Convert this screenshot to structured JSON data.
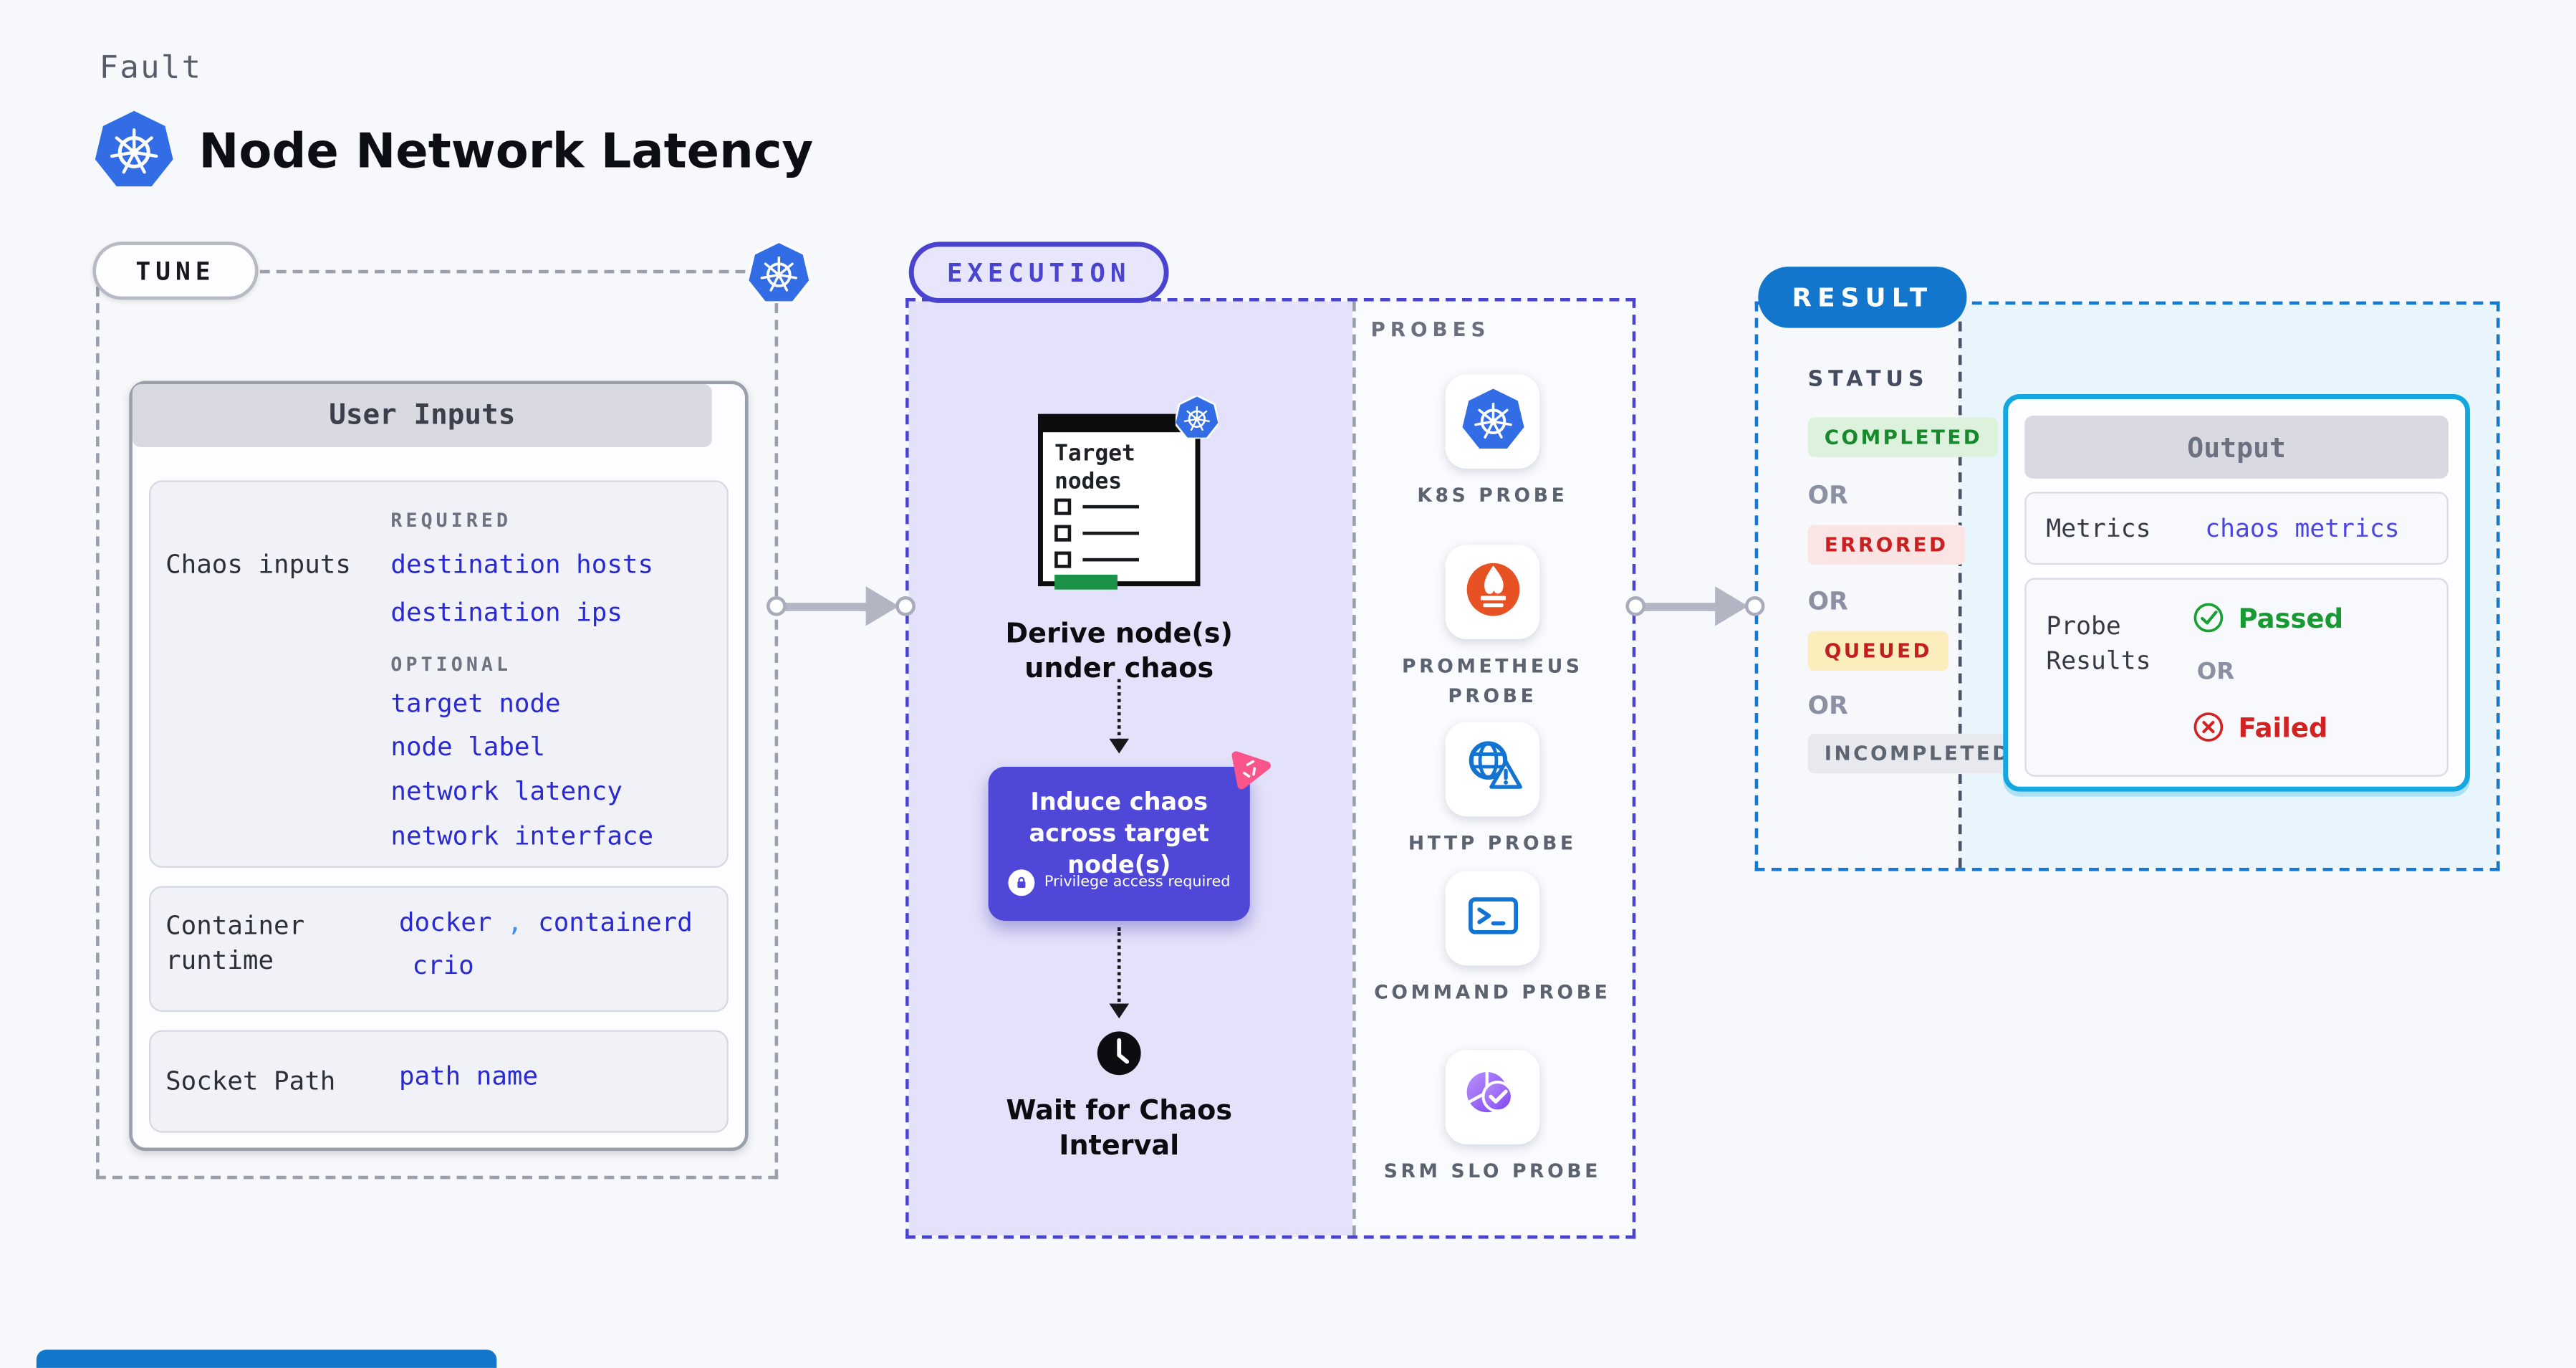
{
  "header": {
    "kicker": "Fault",
    "title": "Node Network Latency"
  },
  "tune": {
    "pill": "TUNE",
    "card_title": "User Inputs",
    "chaos_label": "Chaos inputs",
    "required_title": "REQUIRED",
    "required": [
      "destination hosts",
      "destination ips"
    ],
    "optional_title": "OPTIONAL",
    "optional": [
      "target node",
      "node label",
      "network latency",
      "network interface"
    ],
    "runtime_label": "Container runtime",
    "runtime_value_1": "docker",
    "runtime_sep": ",",
    "runtime_value_2": "containerd",
    "runtime_value_3": "crio",
    "socket_label": "Socket Path",
    "socket_value": "path name"
  },
  "execution": {
    "pill": "EXECUTION",
    "target_card_title": "Target nodes",
    "step_derive": "Derive node(s) under chaos",
    "step_induce": "Induce chaos across target node(s)",
    "induce_note": "Privilege access required",
    "step_wait": "Wait for Chaos Interval"
  },
  "probes": {
    "title": "PROBES",
    "items": [
      {
        "label": "K8S PROBE",
        "icon": "kubernetes-icon"
      },
      {
        "label": "PROMETHEUS PROBE",
        "icon": "prometheus-icon"
      },
      {
        "label": "HTTP PROBE",
        "icon": "http-globe-warning-icon"
      },
      {
        "label": "COMMAND PROBE",
        "icon": "terminal-icon"
      },
      {
        "label": "SRM SLO PROBE",
        "icon": "slo-pie-check-icon"
      }
    ]
  },
  "result": {
    "pill": "RESULT",
    "status_title": "STATUS",
    "or": "OR",
    "statuses": [
      {
        "label": "COMPLETED",
        "bg": "#dcf2dc",
        "color": "#17882c"
      },
      {
        "label": "ERRORED",
        "bg": "#fbe4e4",
        "color": "#c92121"
      },
      {
        "label": "QUEUED",
        "bg": "#fceebc",
        "color": "#c41f1f"
      },
      {
        "label": "INCOMPLETED",
        "bg": "#e7e9ef",
        "color": "#5d6472"
      }
    ],
    "output": {
      "title": "Output",
      "metrics_label": "Metrics",
      "metrics_value": "chaos metrics",
      "probe_label": "Probe Results",
      "passed": "Passed",
      "or": "OR",
      "failed": "Failed"
    }
  },
  "colors": {
    "page_bg": "#f7f8fb",
    "indigo": "#4a43d0",
    "execution_bg": "#e4e2fa",
    "induce_bg": "#4f47d8",
    "result_blue": "#1176cc",
    "output_border": "#13a8e1",
    "output_panel_bg": "#e8f5fc",
    "link_blue": "#2a2ad0",
    "k8s_blue": "#326de6",
    "prometheus_orange": "#e75225",
    "probe_icon_blue": "#1273d3",
    "litmus_pink": "#f9558b",
    "passed_green": "#189a33",
    "failed_red": "#d32222",
    "arrow_gray": "#b2b5c2",
    "target_green": "#1b9247"
  }
}
